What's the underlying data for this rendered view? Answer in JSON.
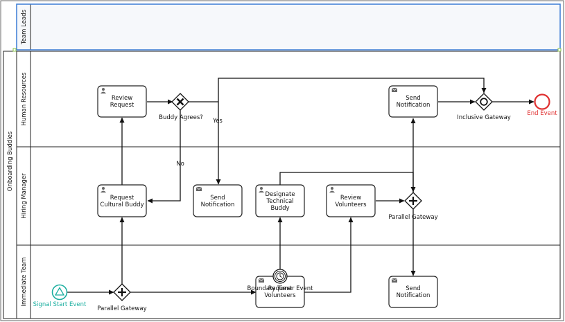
{
  "pool": {
    "label": "Onboarding Buddies"
  },
  "lanes": [
    {
      "id": "team-leads",
      "label": "Team Leads"
    },
    {
      "id": "human-resources",
      "label": "Human Resources"
    },
    {
      "id": "hiring-manager",
      "label": "Hiring Manager"
    },
    {
      "id": "immediate-team",
      "label": "Immediate Team"
    }
  ],
  "tasks": {
    "review_request": [
      "Review",
      "Request"
    ],
    "send_notification_hr": [
      "Send",
      "Notification"
    ],
    "request_cultural_buddy": [
      "Request",
      "Cultural Buddy"
    ],
    "send_notification_hm": [
      "Send",
      "Notification"
    ],
    "designate_technical_buddy": [
      "Designate",
      "Technical",
      "Buddy"
    ],
    "review_volunteers": [
      "Review",
      "Volunteers"
    ],
    "request_volunteers": [
      "Request",
      "Volunteers"
    ],
    "send_notification_it": [
      "Send",
      "Notification"
    ]
  },
  "labels": {
    "buddy_agrees": "Buddy Agrees?",
    "yes": "Yes",
    "no": "No",
    "inclusive_gateway": "Inclusive Gateway",
    "end_event": "End Event",
    "parallel_gateway_hm": "Parallel Gateway",
    "parallel_gateway_it": "Parallel Gateway",
    "signal_start_event": "Signal Start Event",
    "boundary_timer_event": "Boundary Timer Event"
  },
  "colors": {
    "start_event": "#1aae9f",
    "end_event": "#e03030",
    "selection": "#3a7bd5"
  }
}
